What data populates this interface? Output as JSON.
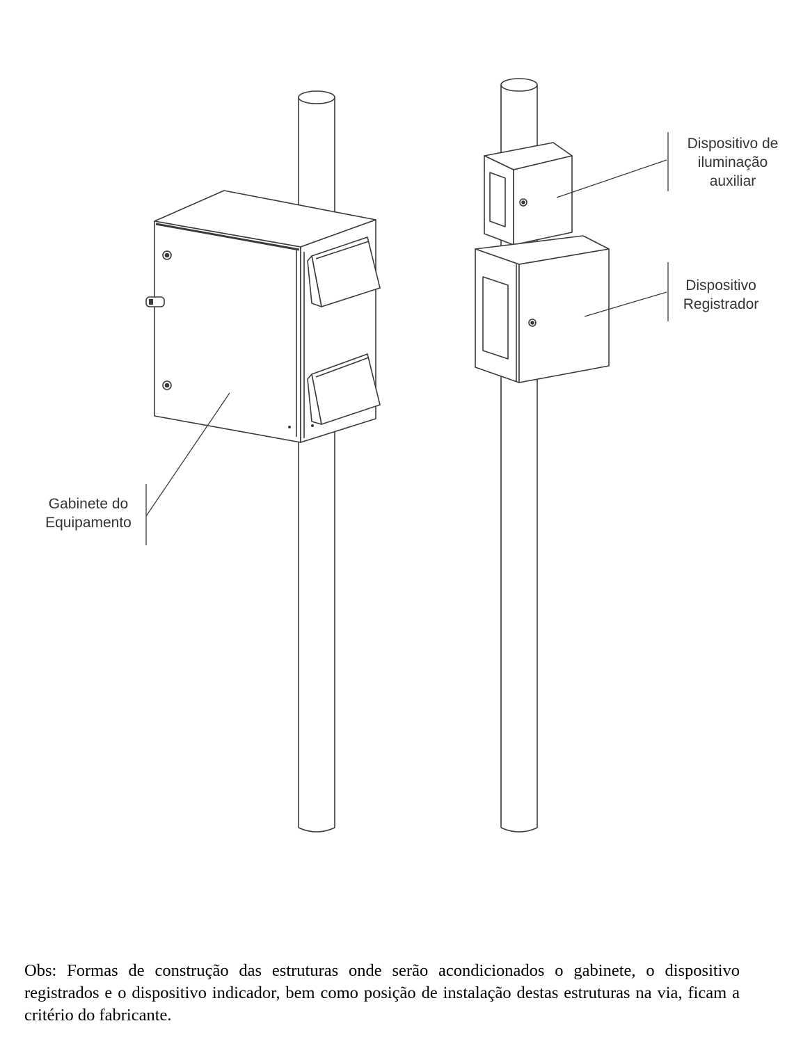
{
  "labels": {
    "gabinete": [
      "Gabinete do",
      "Equipamento"
    ],
    "iluminacao": [
      "Dispositivo de",
      "iluminação",
      "auxiliar"
    ],
    "registrador": [
      "Dispositivo",
      "Registrador"
    ]
  },
  "note": "Obs: Formas de construção das estruturas onde serão acondicionados o gabinete, o dispositivo registrados e o dispositivo indicador, bem como posição de instalação destas estruturas na via, ficam a critério do fabricante."
}
